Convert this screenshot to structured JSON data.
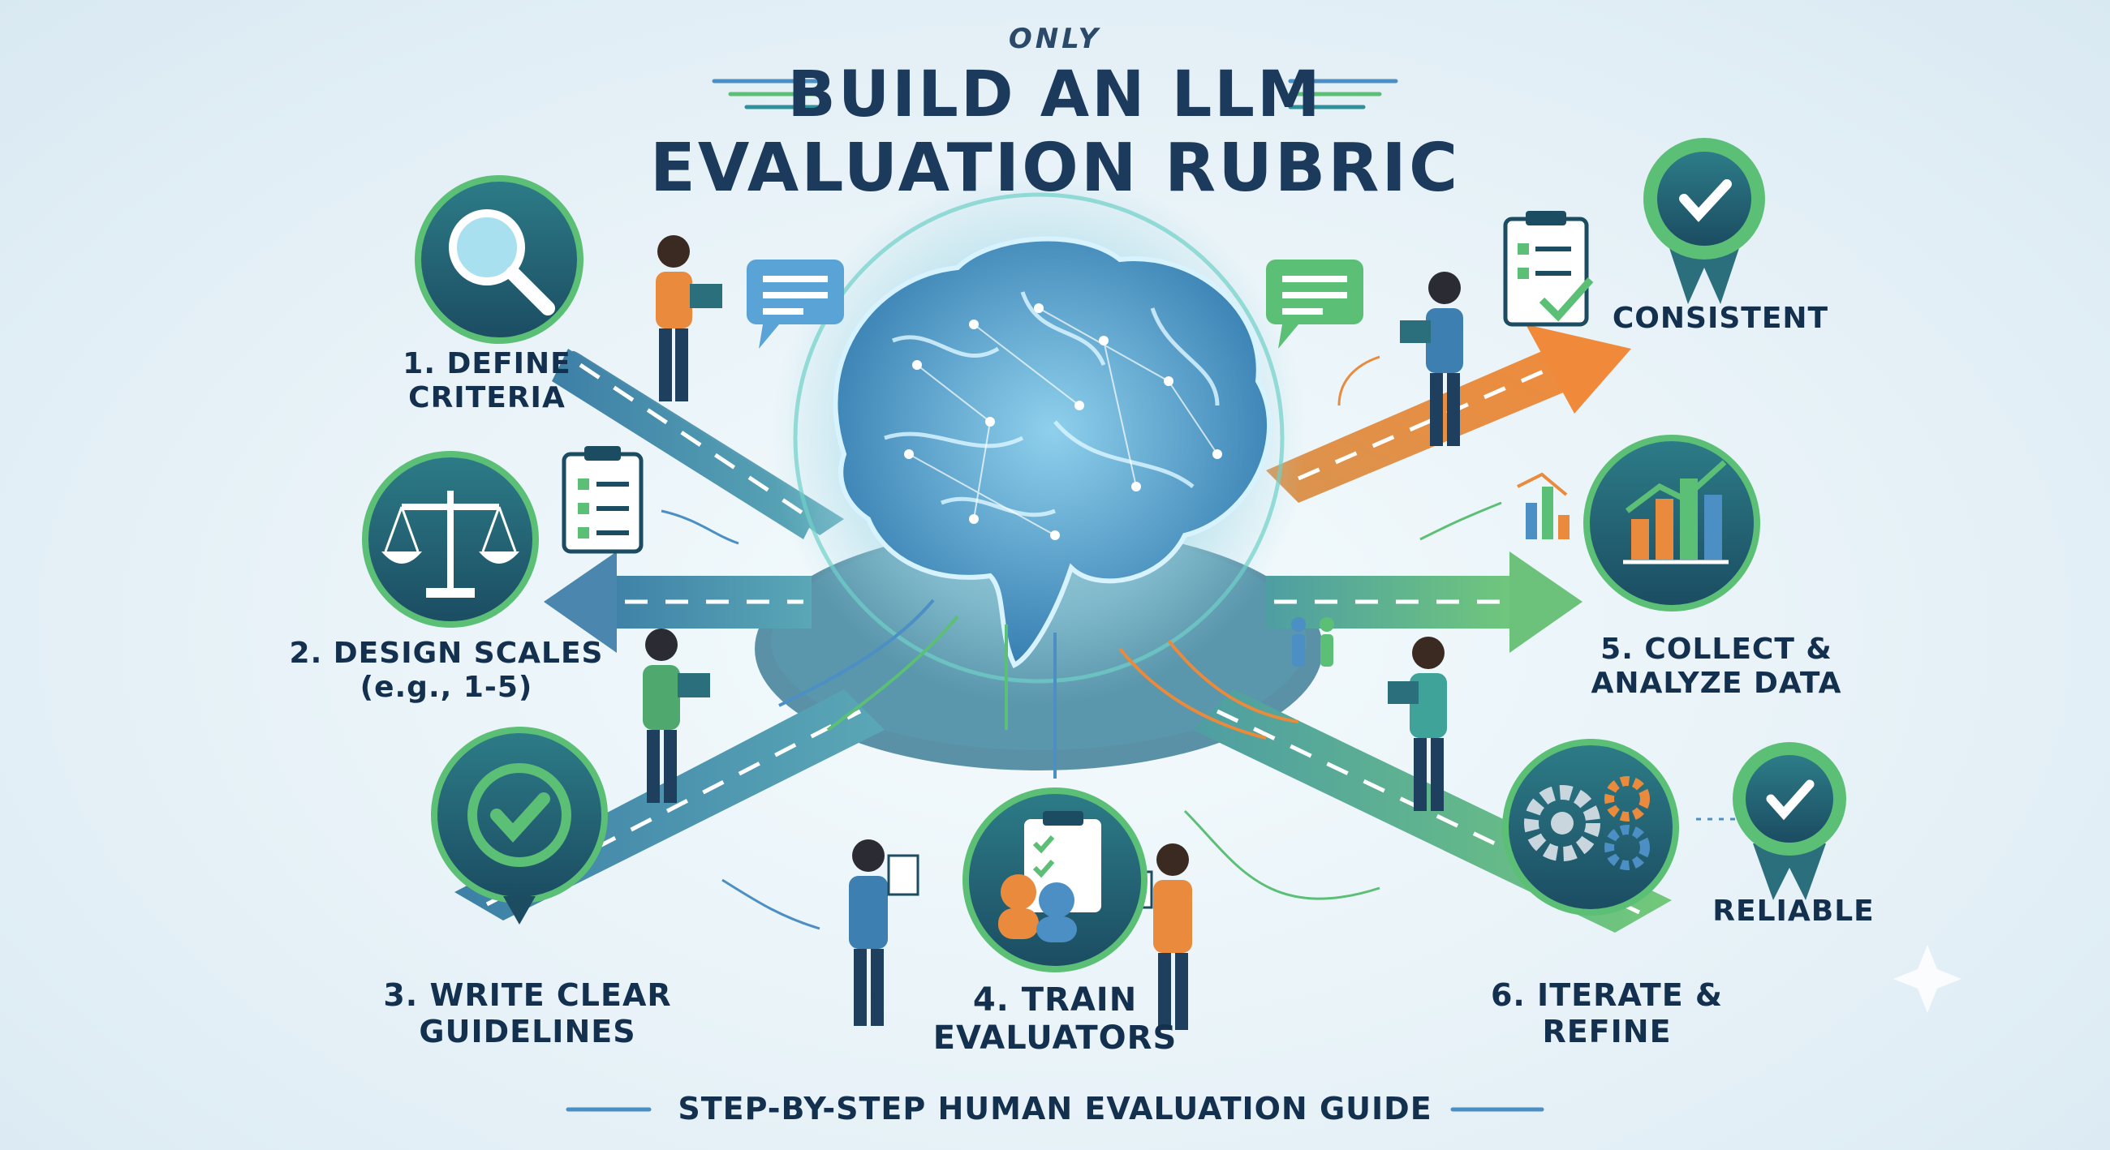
{
  "header": {
    "overline": "ONLY",
    "title_line1": "BUILD AN LLM",
    "title_line2": "EVALUATION RUBRIC"
  },
  "steps": [
    {
      "label_line1": "1. DEFINE",
      "label_line2": "CRITERIA",
      "icon": "magnifier-icon"
    },
    {
      "label_line1": "2. DESIGN SCALES",
      "label_line2": "(e.g., 1-5)",
      "icon": "balance-scale-icon"
    },
    {
      "label_line1": "3. WRITE CLEAR",
      "label_line2": "GUIDELINES",
      "icon": "checkmark-icon"
    },
    {
      "label_line1": "4. TRAIN",
      "label_line2": "EVALUATORS",
      "icon": "clipboard-team-icon"
    },
    {
      "label_line1": "5. COLLECT &",
      "label_line2": "ANALYZE DATA",
      "icon": "bar-chart-icon"
    },
    {
      "label_line1": "6. ITERATE &",
      "label_line2": "REFINE",
      "icon": "gears-icon"
    }
  ],
  "outcomes": [
    {
      "label": "CONSISTENT",
      "icon": "award-badge-icon"
    },
    {
      "label": "RELIABLE",
      "icon": "award-badge-icon"
    }
  ],
  "center_icon": "brain-network-icon",
  "footer": {
    "text": "STEP-BY-STEP HUMAN EVALUATION GUIDE"
  },
  "colors": {
    "navy": "#14304f",
    "teal": "#2f8f9a",
    "green": "#5cbf76",
    "orange": "#e98a3c",
    "blue": "#4f8fc9",
    "badge_ring": "#2b6f7d"
  }
}
